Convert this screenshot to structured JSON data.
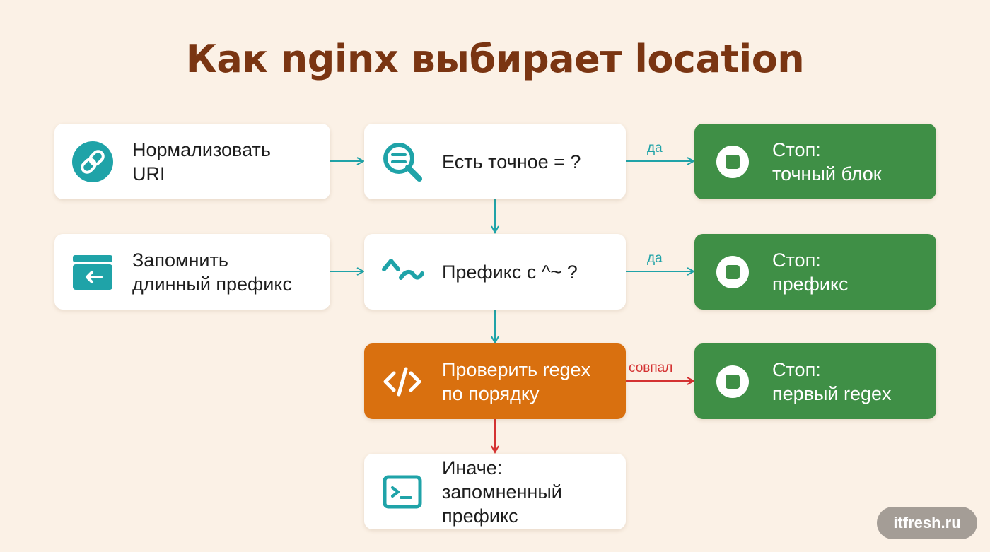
{
  "title": "Как nginx выбирает location",
  "colors": {
    "title": "#7a3512",
    "background": "#fbf1e6",
    "teal": "#1fa3a8",
    "green": "#3f8f46",
    "orange": "#d9700f",
    "red": "#d43232"
  },
  "nodes": {
    "normalize": {
      "label": "Нормализовать\nURI",
      "icon": "link-icon"
    },
    "exact_check": {
      "label": "Есть точное = ?",
      "icon": "search-icon"
    },
    "stop_exact": {
      "label": "Стоп:\nточный блок",
      "icon": "stop-icon"
    },
    "remember": {
      "label": "Запомнить\nдлинный префикс",
      "icon": "card-arrow-icon"
    },
    "prefix_check": {
      "label": "Префикс с ^~ ?",
      "icon": "caret-tilde-icon"
    },
    "stop_prefix": {
      "label": "Стоп:\nпрефикс",
      "icon": "stop-icon"
    },
    "regex_check": {
      "label": "Проверить regex\nпо порядку",
      "icon": "code-icon"
    },
    "stop_regex": {
      "label": "Стоп:\nпервый regex",
      "icon": "stop-icon"
    },
    "fallback": {
      "label": "Иначе:\nзапомненный\nпрефикс",
      "icon": "terminal-icon"
    }
  },
  "edges": {
    "exact_yes": "да",
    "prefix_yes": "да",
    "regex_match": "совпал"
  },
  "watermark": "itfresh.ru"
}
